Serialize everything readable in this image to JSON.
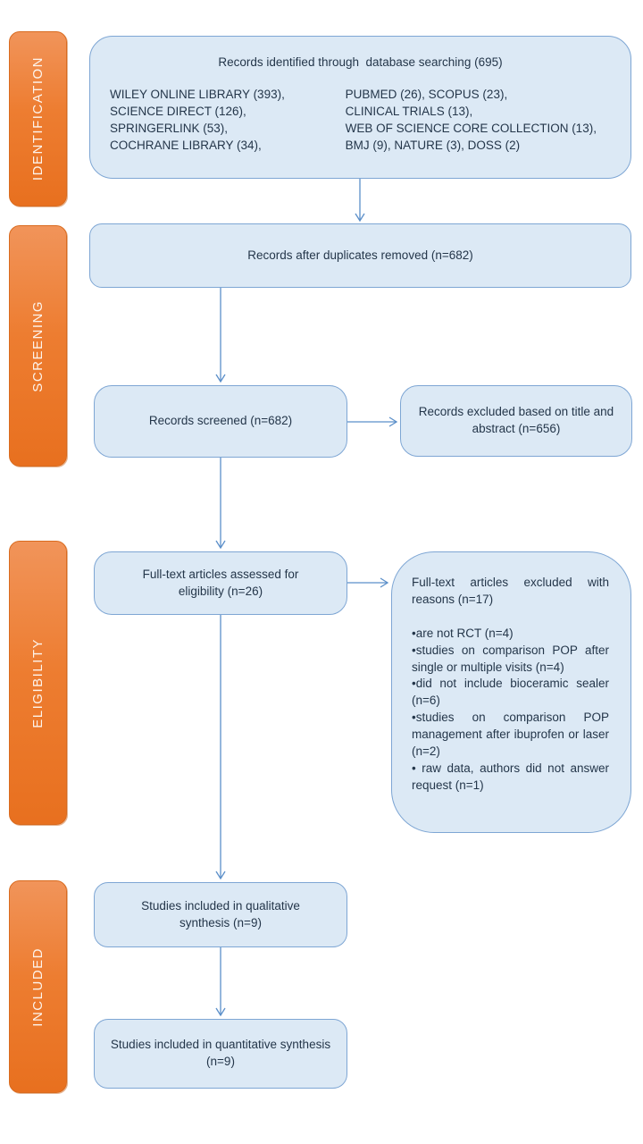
{
  "colors": {
    "stage-fill": "#ED7D31",
    "stage-fill-light": "#F1945A",
    "stage-border": "#D96B1F",
    "box-fill": "#DCE9F5",
    "box-border": "#7EA6D4",
    "arrow": "#5B8FC9",
    "text": "#24364A"
  },
  "stages": [
    {
      "label": "IDENTIFICATION"
    },
    {
      "label": "SCREENING"
    },
    {
      "label": "ELIGIBILITY"
    },
    {
      "label": "INCLUDED"
    }
  ],
  "boxes": {
    "identified": {
      "title": "Records identified through  database searching (695)",
      "left_column": "WILEY ONLINE LIBRARY (393),\nSCIENCE DIRECT (126),\nSPRINGERLINK (53),\nCOCHRANE LIBRARY (34),",
      "right_column": "PUBMED (26), SCOPUS (23),\nCLINICAL TRIALS (13),\nWEB OF SCIENCE CORE COLLECTION (13),\nBMJ (9), NATURE (3), DOSS (2)"
    },
    "duplicates_removed": {
      "text": "Records after duplicates removed (n=682)"
    },
    "screened": {
      "text": "Records screened (n=682)"
    },
    "excluded_title_abstract": {
      "text": "Records excluded based on title and abstract (n=656)"
    },
    "fulltext_assessed": {
      "text": "Full-text articles assessed for eligibility (n=26)"
    },
    "fulltext_excluded": {
      "title": "Full-text articles excluded with reasons (n=17)",
      "reasons": "•are not RCT (n=4)\n•studies on comparison POP after single or multiple visits (n=4)\n•did not include bioceramic sealer (n=6)\n•studies on comparison POP management after ibuprofen or laser (n=2)\n• raw data, authors did not answer request (n=1)"
    },
    "qualitative": {
      "text": "Studies included in qualitative synthesis (n=9)"
    },
    "quantitative": {
      "text": "Studies included in quantitative synthesis (n=9)"
    }
  }
}
